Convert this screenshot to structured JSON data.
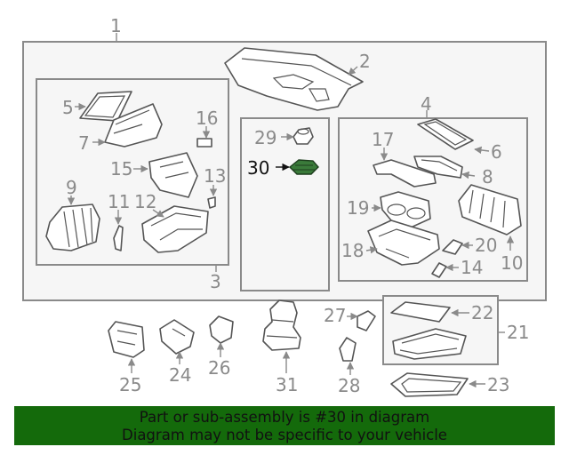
{
  "diagram": {
    "highlight_color": "#3a7a3a",
    "labels": {
      "l1": "1",
      "l2": "2",
      "l3": "3",
      "l4": "4",
      "l5": "5",
      "l6": "6",
      "l7": "7",
      "l8": "8",
      "l9": "9",
      "l10": "10",
      "l11": "11",
      "l12": "12",
      "l13": "13",
      "l14": "14",
      "l15": "15",
      "l16": "16",
      "l17": "17",
      "l18": "18",
      "l19": "19",
      "l20": "20",
      "l21": "21",
      "l22": "22",
      "l23": "23",
      "l24": "24",
      "l25": "25",
      "l26": "26",
      "l27": "27",
      "l28": "28",
      "l29": "29",
      "l30": "30",
      "l31": "31"
    }
  },
  "banner": {
    "line1": "Part or sub-assembly is #30 in diagram",
    "line2": "Diagram may not be specific to your vehicle",
    "color": "#146a0b"
  }
}
